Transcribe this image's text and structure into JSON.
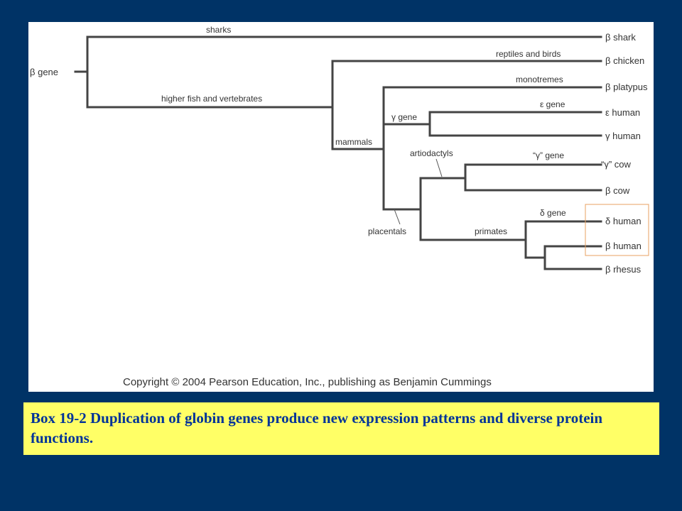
{
  "diagram": {
    "root_label": "β gene",
    "branch_labels": {
      "sharks": "sharks",
      "higher_fish": "higher fish and vertebrates",
      "reptiles_birds": "reptiles and birds",
      "mammals": "mammals",
      "monotremes": "monotremes",
      "gamma_gene": "γ gene",
      "epsilon_gene": "ε gene",
      "artiodactyls": "artiodactyls",
      "gamma_q_gene": "“γ” gene",
      "placentals": "placentals",
      "primates": "primates",
      "delta_gene": "δ gene"
    },
    "leaves": {
      "shark": "β shark",
      "chicken": "β chicken",
      "platypus": "β platypus",
      "eps_human": "ε human",
      "gam_human": "γ human",
      "gam_cow": "“γ” cow",
      "beta_cow": "β cow",
      "delta_human": "δ human",
      "beta_human": "β human",
      "rhesus": "β rhesus"
    },
    "highlight_color": "#e8a060",
    "copyright": "Copyright © 2004 Pearson Education, Inc., publishing as Benjamin Cummings"
  },
  "caption": "Box 19-2 Duplication of globin genes produce new expression patterns and diverse protein functions.",
  "colors": {
    "background": "#003366",
    "caption_bg": "#ffff66",
    "caption_text": "#003399"
  }
}
